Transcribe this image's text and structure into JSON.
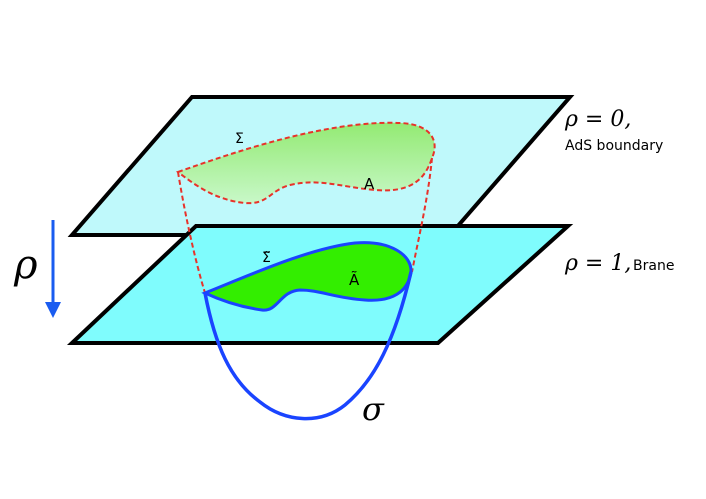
{
  "labels": {
    "rho_axis": "ρ",
    "top_plane_eq": "ρ = 0,",
    "top_plane_name": "AdS boundary",
    "bottom_plane_eq": "ρ = 1,",
    "bottom_plane_name": "Brane",
    "sigma_top": "Σ",
    "region_top": "A",
    "sigma_bottom": "Σ̃",
    "region_bottom": "Ã",
    "surface": "σ"
  },
  "colors": {
    "plane_top": "#bff9fb",
    "plane_bottom": "#7ffcfd",
    "region_top": "#a6f08a",
    "region_bottom": "#33ee00",
    "dashed_boundary": "#e8322a",
    "brane_boundary": "#1a44ff",
    "arrow": "#1a5cf0"
  }
}
